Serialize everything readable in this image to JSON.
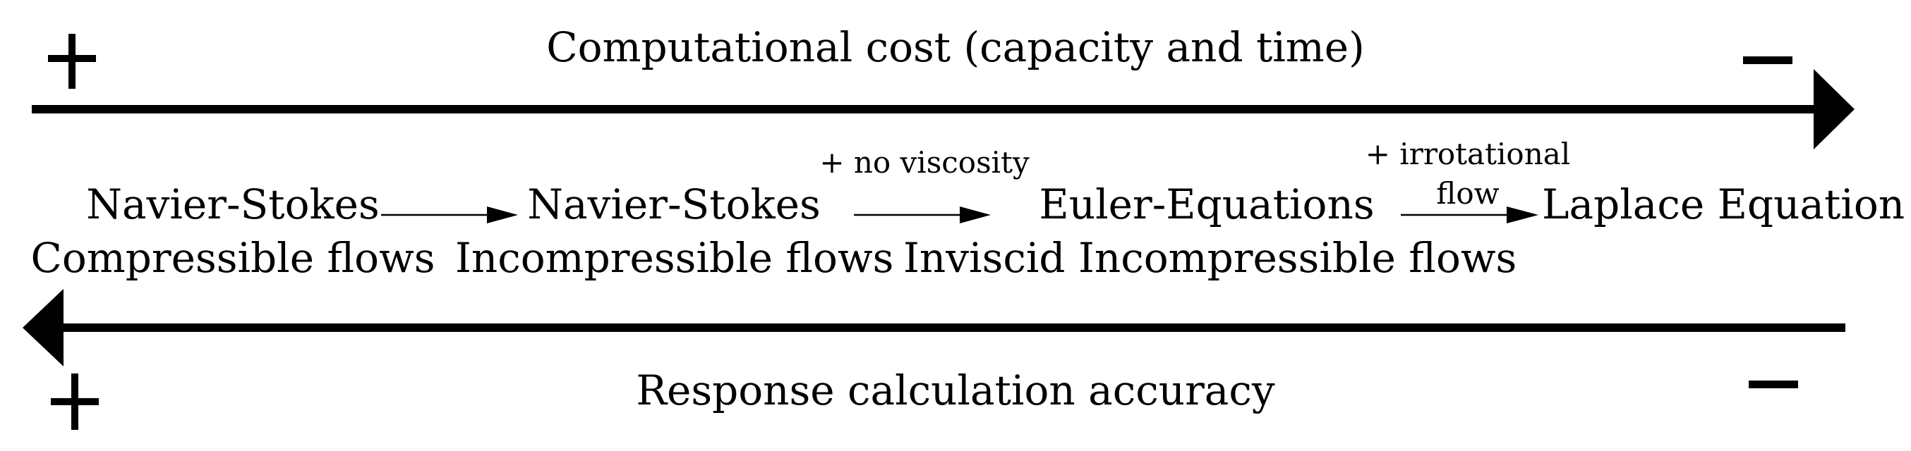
{
  "top_axis": {
    "label": "Computational cost (capacity and time)",
    "left_sign": "+",
    "right_sign": "−"
  },
  "bottom_axis": {
    "label": "Response calculation accuracy",
    "left_sign": "+",
    "right_sign": "−"
  },
  "nodes": [
    {
      "line1": "Navier-Stokes",
      "line2": "Compressible flows"
    },
    {
      "line1": "Navier-Stokes",
      "line2": "Incompressible flows"
    },
    {
      "line1": "Euler-Equations",
      "line2": "Inviscid Incompressible flows"
    },
    {
      "line1": "Laplace Equation",
      "line2": ""
    }
  ],
  "transitions": [
    {
      "label": ""
    },
    {
      "label": "+ no viscosity"
    },
    {
      "label_line1": "+ irrotational",
      "label_line2": "flow"
    }
  ]
}
